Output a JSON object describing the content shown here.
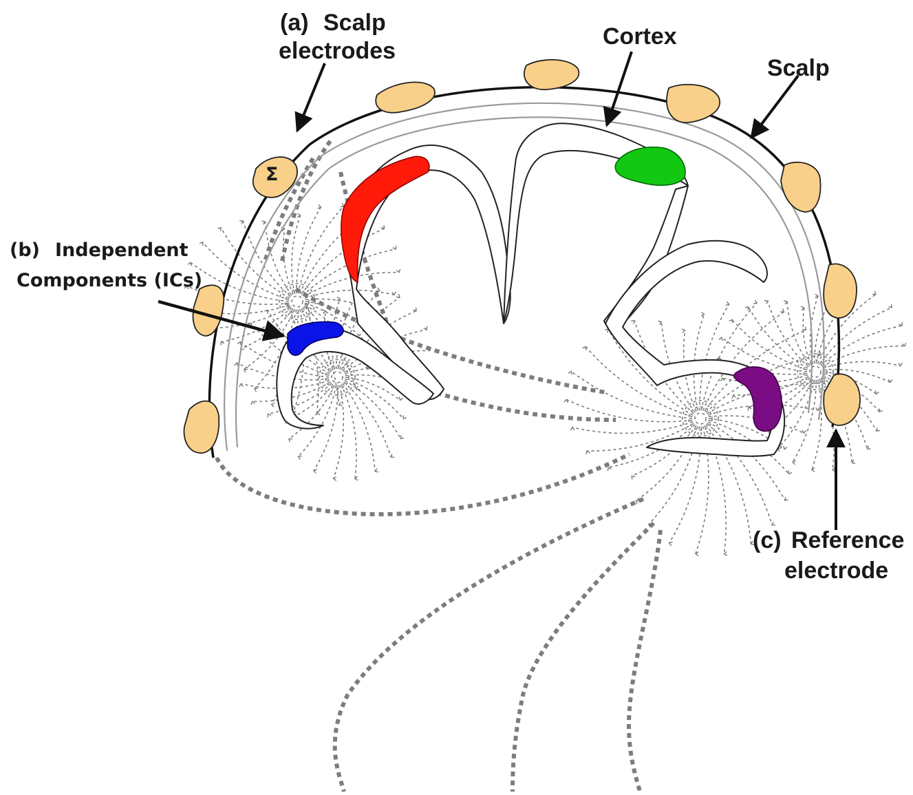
{
  "labels": {
    "scalp_electrodes_letter": "(a)",
    "scalp_electrodes_line1": "Scalp",
    "scalp_electrodes_line2": "electrodes",
    "cortex": "Cortex",
    "scalp": "Scalp",
    "ics_letter": "(b)",
    "ics_line1": "Independent",
    "ics_line2": "Components (ICs)",
    "reference_letter": "(c)",
    "reference_line1": "Reference",
    "reference_line2": "electrode",
    "sigma": "Σ"
  },
  "colors": {
    "electrode": "#f9d08a",
    "source_red": "#ff1a0a",
    "source_green": "#12c812",
    "source_blue": "#0a14e6",
    "source_purple": "#7a0c84",
    "field_lines": "#7a7a7a",
    "outline": "#111111"
  }
}
